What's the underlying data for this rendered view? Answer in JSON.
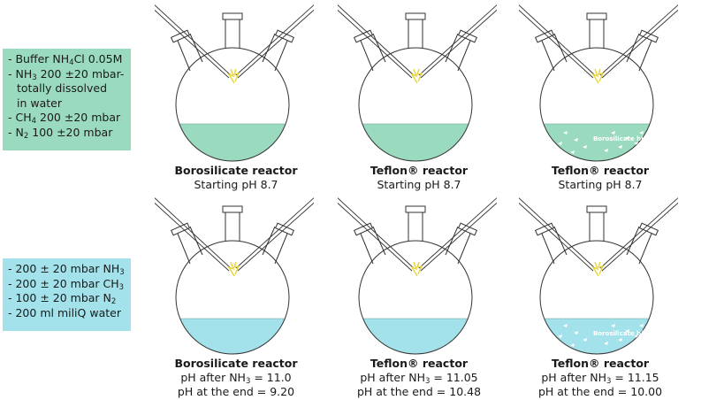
{
  "conditions_top": {
    "lines": [
      "- Buffer NH",
      "4",
      "Cl 0.05M",
      "- NH",
      "3",
      " 200 ±20 mbar-",
      "totally dissolved",
      "in water",
      "- CH",
      "4",
      " 200 ±20 mbar",
      "- N",
      "2",
      " 100 ±20 mbar"
    ]
  },
  "conditions_bottom": {
    "line1_a": "- 200 ± 20 mbar NH",
    "line1_sub": "3",
    "line2_a": "- 200 ± 20 mbar CH",
    "line2_sub": "3",
    "line3_a": "- 100 ± 20 mbar N",
    "line3_sub": "2",
    "line4": "- 200 ml miliQ water"
  },
  "colors": {
    "liquid_top": "#9adbc0",
    "liquid_bottom": "#a3e2ea",
    "spark": "#e8d53a",
    "outline": "#333333"
  },
  "flask_icons": "round-bottom three-neck flask with two electrodes and spark",
  "top_row": [
    {
      "title": "Borosilicate reactor",
      "line2": "Starting pH 8.7",
      "bits": ""
    },
    {
      "title": "Teflon® reactor",
      "line2": "Starting pH 8.7",
      "bits": ""
    },
    {
      "title": "Teflon® reactor",
      "line2": "Starting pH 8.7",
      "bits": "Borosilicate bits"
    }
  ],
  "bottom_row": [
    {
      "title": "Borosilicate reactor",
      "line2_pre": "pH after NH",
      "line2_sub": "3",
      "line2_post": " = 11.0",
      "line3": "pH at the end = 9.20",
      "bits": ""
    },
    {
      "title": "Teflon® reactor",
      "line2_pre": "pH after NH",
      "line2_sub": "3",
      "line2_post": " = 11.05",
      "line3": "pH at the end = 10.48",
      "bits": ""
    },
    {
      "title": "Teflon® reactor",
      "line2_pre": "pH after NH",
      "line2_sub": "3",
      "line2_post": " = 11.15",
      "line3": "pH at the end = 10.00",
      "bits": "Borosilicate bits"
    }
  ]
}
